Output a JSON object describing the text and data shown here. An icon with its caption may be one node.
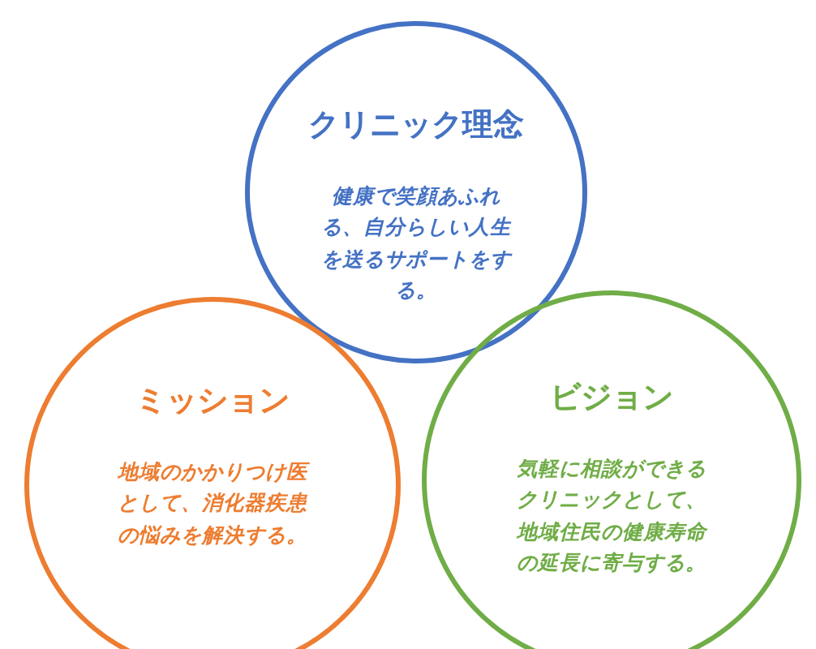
{
  "diagram": {
    "nodes": [
      {
        "text": [
          "クリニック理念",
          "健康で笑顔あふれる、自分らしい人生を送るサポートをする。"
        ]
      },
      {
        "text": [
          "ミッション",
          "地域のかかりつけ医として、消化器疾患の悩みを解決する。"
        ]
      },
      {
        "text": [
          "ビジョン",
          "気軽に相談ができるクリニックとして、地域住民の健康寿命の延長に寄与する。"
        ]
      }
    ]
  }
}
